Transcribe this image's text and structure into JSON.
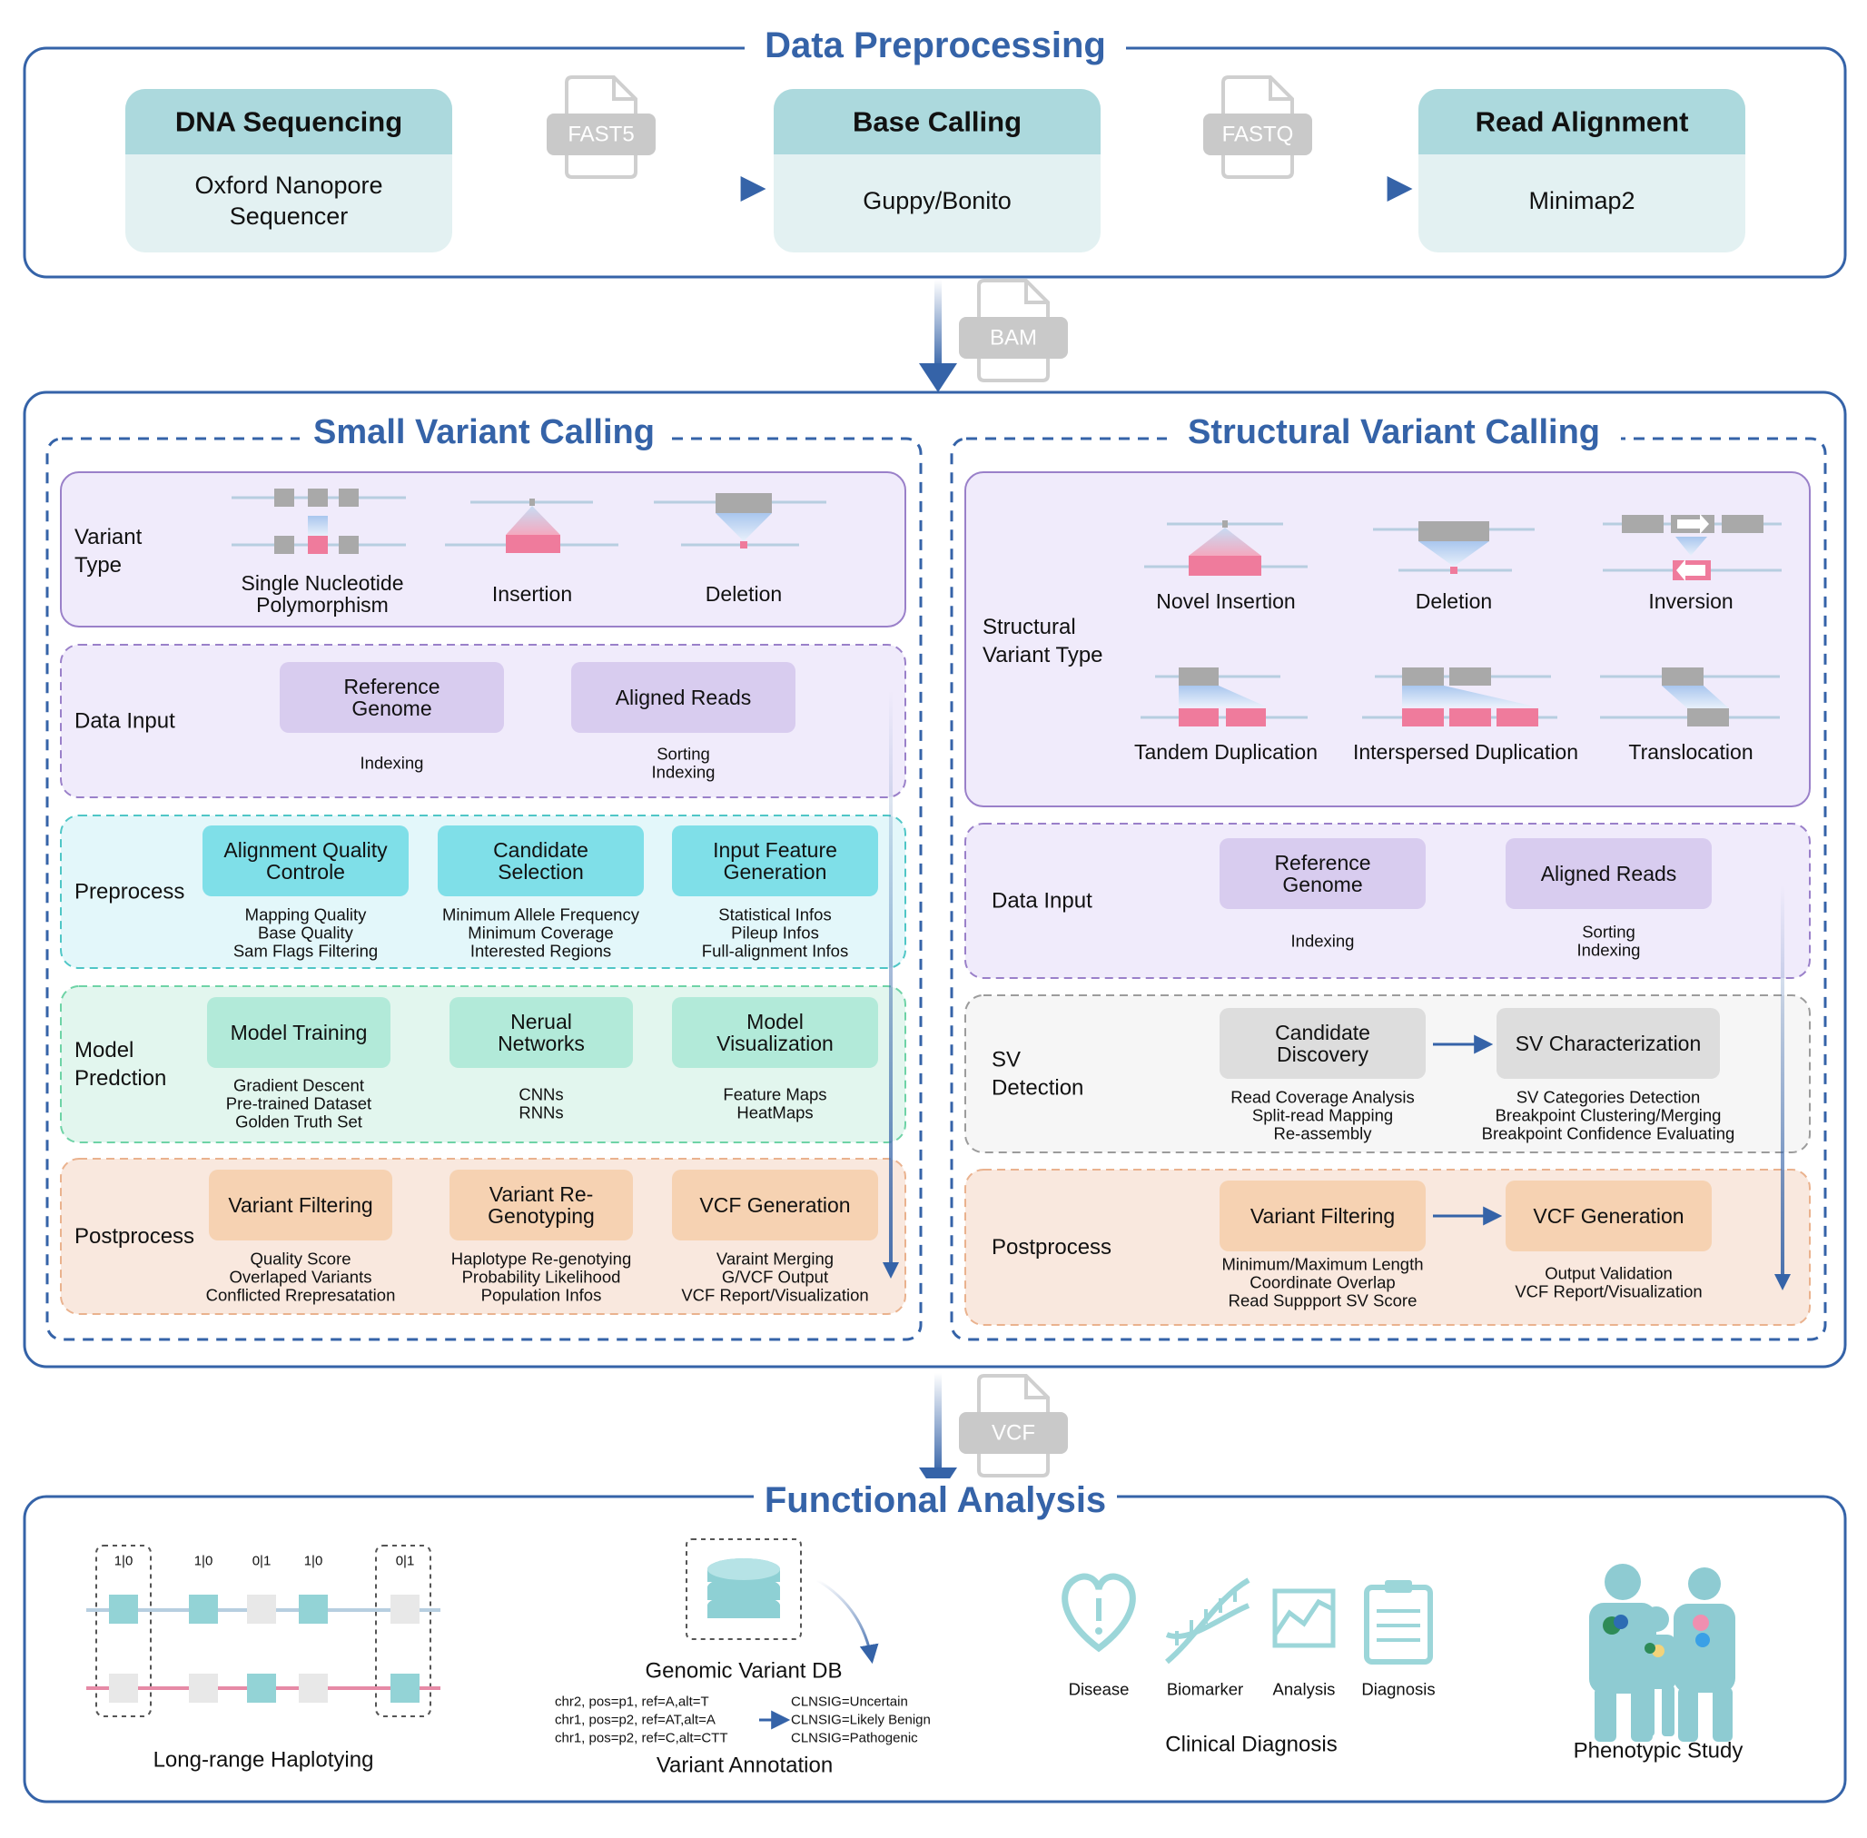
{
  "preprocessing": {
    "title": "Data Preprocessing",
    "steps": [
      {
        "header": "DNA Sequencing",
        "body": [
          "Oxford Nanopore",
          "Sequencer"
        ]
      },
      {
        "header": "Base Calling",
        "body": [
          "Guppy/Bonito"
        ]
      },
      {
        "header": "Read Alignment",
        "body": [
          "Minimap2"
        ]
      }
    ],
    "file_tags": [
      "FAST5",
      "FASTQ"
    ]
  },
  "transfer_tags": [
    "BAM",
    "VCF"
  ],
  "small_variant": {
    "title": "Small Variant Calling",
    "variant_type": {
      "label": [
        "Variant",
        "Type"
      ],
      "items": [
        [
          "Single Nucleotide",
          "Polymorphism"
        ],
        [
          "Insertion"
        ],
        [
          "Deletion"
        ]
      ]
    },
    "data_input": {
      "label": [
        "Data Input"
      ],
      "boxes": [
        {
          "label": [
            "Reference",
            "Genome"
          ],
          "notes": [
            "Indexing"
          ]
        },
        {
          "label": [
            "Aligned Reads"
          ],
          "notes": [
            "Sorting",
            "Indexing"
          ]
        }
      ]
    },
    "preprocess": {
      "label": [
        "Preprocess"
      ],
      "boxes": [
        {
          "label": [
            "Alignment Quality",
            "Controle"
          ],
          "notes": [
            "Mapping Quality",
            "Base Quality",
            "Sam Flags Filtering"
          ]
        },
        {
          "label": [
            "Candidate",
            "Selection"
          ],
          "notes": [
            "Minimum Allele Frequency",
            "Minimum Coverage",
            "Interested Regions"
          ]
        },
        {
          "label": [
            "Input Feature",
            "Generation"
          ],
          "notes": [
            "Statistical Infos",
            "Pileup Infos",
            "Full-alignment Infos"
          ]
        }
      ]
    },
    "model": {
      "label": [
        "Model",
        "Predction"
      ],
      "boxes": [
        {
          "label": [
            "Model Training"
          ],
          "notes": [
            "Gradient Descent",
            "Pre-trained Dataset",
            "Golden Truth Set"
          ]
        },
        {
          "label": [
            "Nerual",
            "Networks"
          ],
          "notes": [
            "CNNs",
            "RNNs"
          ]
        },
        {
          "label": [
            "Model",
            "Visualization"
          ],
          "notes": [
            "Feature Maps",
            "HeatMaps"
          ]
        }
      ]
    },
    "postprocess": {
      "label": [
        "Postprocess"
      ],
      "boxes": [
        {
          "label": [
            "Variant Filtering"
          ],
          "notes": [
            "Quality Score",
            "Overlaped Variants",
            "Conflicted Rrepresatation"
          ]
        },
        {
          "label": [
            "Variant Re-",
            "Genotyping"
          ],
          "notes": [
            "Haplotype Re-genotying",
            "Probability Likelihood",
            "Population Infos"
          ]
        },
        {
          "label": [
            "VCF Generation"
          ],
          "notes": [
            "Varaint Merging",
            "G/VCF Output",
            "VCF Report/Visualization"
          ]
        }
      ]
    }
  },
  "structural_variant": {
    "title": "Structural Variant Calling",
    "variant_type": {
      "label": [
        "Structural",
        "Variant Type"
      ],
      "items": [
        "Novel Insertion",
        "Deletion",
        "Inversion",
        "Tandem Duplication",
        "Interspersed Duplication",
        "Translocation"
      ]
    },
    "data_input": {
      "label": [
        "Data Input"
      ],
      "boxes": [
        {
          "label": [
            "Reference",
            "Genome"
          ],
          "notes": [
            "Indexing"
          ]
        },
        {
          "label": [
            "Aligned Reads"
          ],
          "notes": [
            "Sorting",
            "Indexing"
          ]
        }
      ]
    },
    "sv_detection": {
      "label": [
        "SV",
        "Detection"
      ],
      "boxes": [
        {
          "label": [
            "Candidate",
            "Discovery"
          ],
          "notes": [
            "Read Coverage Analysis",
            "Split-read Mapping",
            "Re-assembly"
          ]
        },
        {
          "label": [
            "SV Characterization"
          ],
          "notes": [
            "SV Categories Detection",
            "Breakpoint Clustering/Merging",
            "Breakpoint Confidence Evaluating"
          ]
        }
      ]
    },
    "postprocess": {
      "label": [
        "Postprocess"
      ],
      "boxes": [
        {
          "label": [
            "Variant Filtering"
          ],
          "notes": [
            "Minimum/Maximum Length",
            "Coordinate Overlap",
            "Read Suppport SV Score"
          ]
        },
        {
          "label": [
            "VCF Generation"
          ],
          "notes": [
            "Output Validation",
            "VCF Report/Visualization"
          ]
        }
      ]
    }
  },
  "functional": {
    "title": "Functional Analysis",
    "haplotyping": {
      "genotypes": [
        "1|0",
        "1|0",
        "0|1",
        "1|0",
        "0|1"
      ],
      "caption": "Long-range Haplotying"
    },
    "annotation": {
      "db_label": "Genomic Variant DB",
      "records": [
        "chr2, pos=p1, ref=A,alt=T",
        "chr1, pos=p2, ref=AT,alt=A",
        "chr1, pos=p2, ref=C,alt=CTT"
      ],
      "results": [
        "CLNSIG=Uncertain",
        "CLNSIG=Likely Benign",
        "CLNSIG=Pathogenic"
      ],
      "caption": "Variant Annotation"
    },
    "clinical": {
      "icons": [
        "Disease",
        "Biomarker",
        "Analysis",
        "Diagnosis"
      ],
      "caption": "Clinical Diagnosis"
    },
    "phenotype": {
      "caption": "Phenotypic Study"
    }
  },
  "colors": {
    "accent": "#3563a8",
    "header_teal": "#acd9dd",
    "body_teal": "#e3f1f2",
    "lavender_panel": "#f0ebfb",
    "lavender_box": "#d8ccef",
    "cyan_panel": "#e3f7fa",
    "cyan_box": "#7fdfe8",
    "mint_panel": "#e2f6ee",
    "mint_box": "#b2ead9",
    "peach_panel": "#f9e8de",
    "peach_box": "#f6d2b2",
    "gray_panel": "#f6f6f6",
    "gray_box": "#dddddd",
    "pink": "#ef7b9c"
  }
}
